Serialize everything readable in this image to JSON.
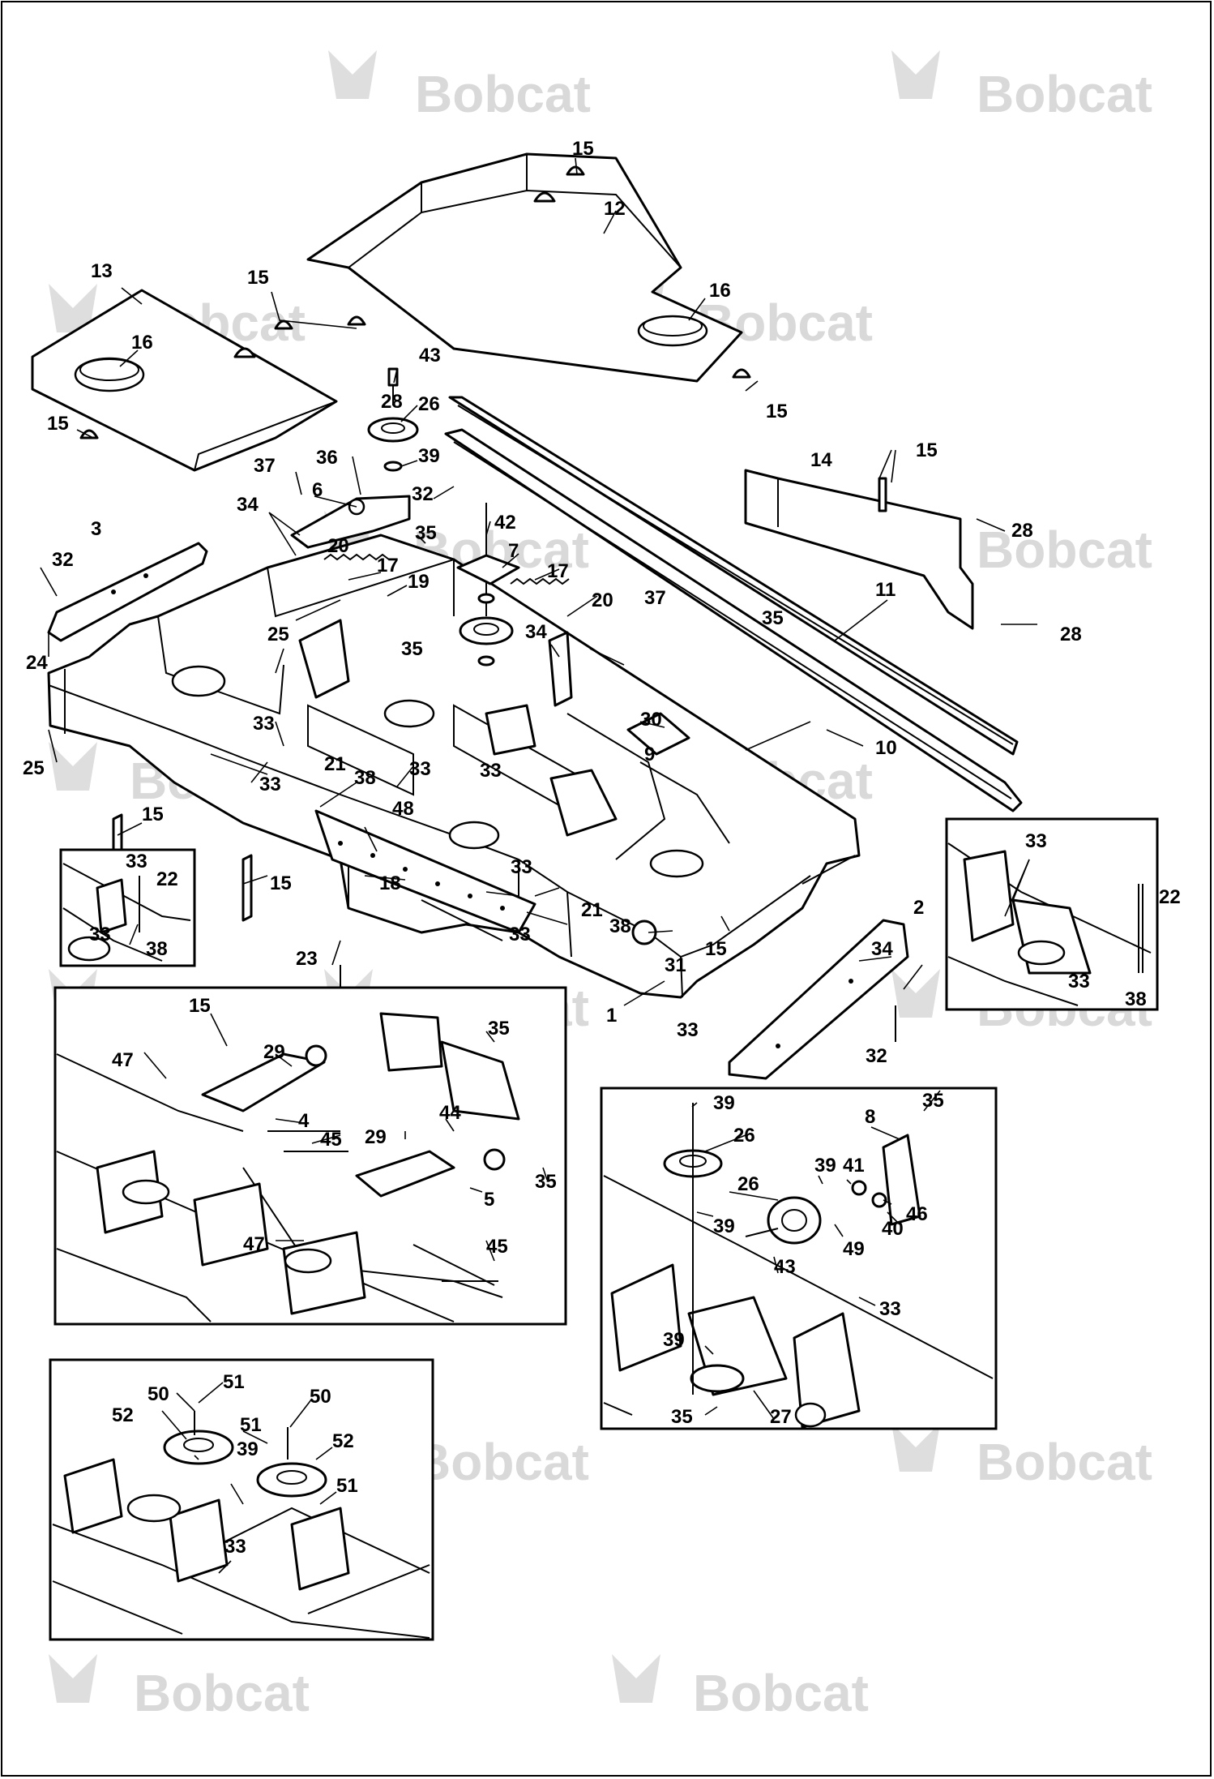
{
  "watermark": {
    "brand": "Bobcat",
    "color": "#d9d9d9"
  },
  "callouts": {
    "c1": "1",
    "c2": "2",
    "c3": "3",
    "c4": "4",
    "c5": "5",
    "c6": "6",
    "c7": "7",
    "c8": "8",
    "c9": "9",
    "c10": "10",
    "c11": "11",
    "c12": "12",
    "c13": "13",
    "c14": "14",
    "c15": "15",
    "c16": "16",
    "c17": "17",
    "c18": "18",
    "c19": "19",
    "c20": "20",
    "c21": "21",
    "c22": "22",
    "c23": "23",
    "c24": "24",
    "c25": "25",
    "c26": "26",
    "c27": "27",
    "c28": "28",
    "c29": "29",
    "c30": "30",
    "c31": "31",
    "c32": "32",
    "c33": "33",
    "c34": "34",
    "c35": "35",
    "c36": "36",
    "c37": "37",
    "c38": "38",
    "c39": "39",
    "c40": "40",
    "c41": "41",
    "c42": "42",
    "c43": "43",
    "c44": "44",
    "c45": "45",
    "c46": "46",
    "c47": "47",
    "c48": "48",
    "c49": "49",
    "c50": "50",
    "c51": "51",
    "c52": "52"
  }
}
